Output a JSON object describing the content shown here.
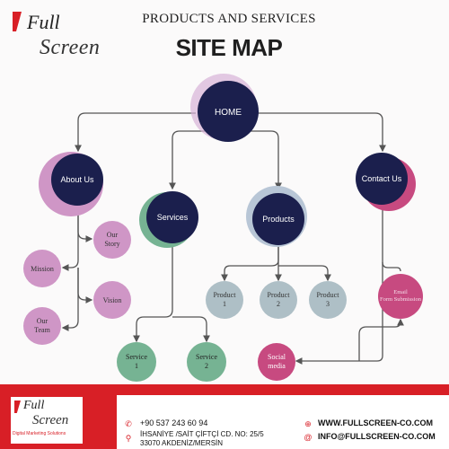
{
  "brand": {
    "line1": "Full",
    "line2": "Screen"
  },
  "header": {
    "subtitle": "PRODUCTS AND SERVICES",
    "title": "SITE MAP"
  },
  "nodes": {
    "home": "HOME",
    "about": "About Us",
    "services": "Services",
    "products": "Products",
    "contact": "Contact Us",
    "our_story": "Our Story",
    "mission": "Mission",
    "vision": "Vision",
    "our_team": "Our Team",
    "product1": "Product 1",
    "product2": "Product 2",
    "product3": "Product 3",
    "email_form": "Email Form Submission",
    "social_media": "Social media",
    "service1": "Service 1",
    "service2": "Service 2"
  },
  "footer": {
    "logo_line1": "Full",
    "logo_line2": "Screen",
    "logo_tagline": "Digital Marketing Solutions",
    "phone": "+90 537 243 60 94",
    "address_line1": "İHSANİYE /SAİT ÇİFTÇİ CD. NO: 25/5",
    "address_line2": "33070 AKDENİZ/MERSİN",
    "website": "WWW.FULLSCREEN-CO.COM",
    "email": "INFO@FULLSCREEN-CO.COM"
  },
  "colors": {
    "navy": "#1b1f4d",
    "pink": "#cf96c6",
    "mauve": "#c3a5cf",
    "gray_blue": "#aebfc6",
    "green": "#76b393",
    "magenta": "#c74a80",
    "brand_red": "#d81f26"
  }
}
